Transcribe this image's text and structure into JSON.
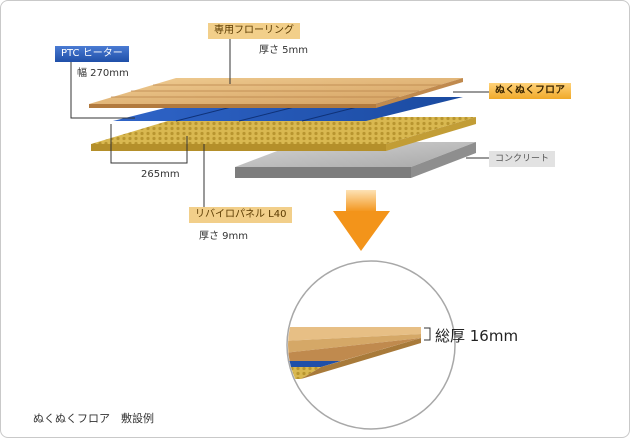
{
  "labels": {
    "flooring": "専用フローリング",
    "flooring_thickness": "厚さ 5mm",
    "heater": "PTC ヒーター",
    "heater_width": "幅 270mm",
    "heater_pitch": "265mm",
    "panel": "リバイロパネル L40",
    "panel_thickness": "厚さ 9mm",
    "brand": "ぬくぬくフロア",
    "concrete": "コンクリート",
    "total": "総厚 16mm"
  },
  "caption": "ぬくぬくフロア　敷設例",
  "colors": {
    "wood": "#e2b372",
    "heater_blue": "#1f4fa8",
    "panel_gold": "#d6b449",
    "concrete": "#9a9a9a",
    "arrow_orange": "#f39a1e"
  },
  "icons": {
    "arrow": "down-arrow-icon"
  }
}
